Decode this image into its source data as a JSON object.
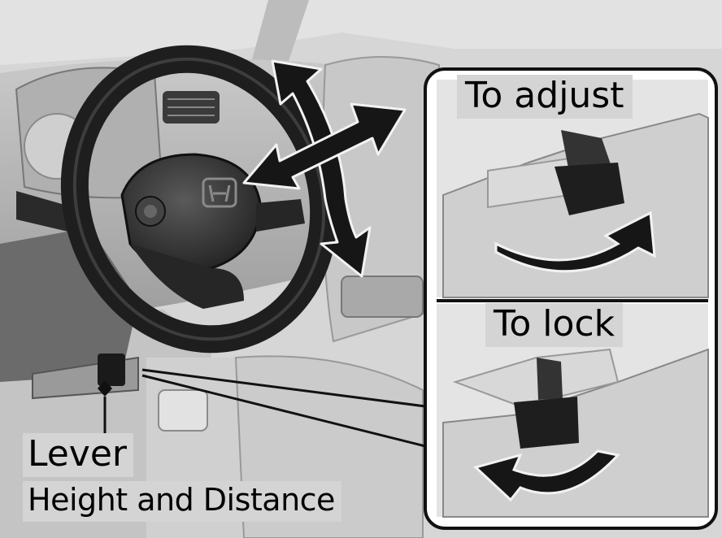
{
  "labels": {
    "to_adjust": "To adjust",
    "to_lock": "To lock",
    "lever": "Lever",
    "height_and_distance": "Height and Distance"
  },
  "colors": {
    "background": "#d9d9d9",
    "panel_background": "#e4e4e4",
    "label_background": "#d4d4d4",
    "ink": "#111111",
    "arrow_fill": "#161616"
  }
}
